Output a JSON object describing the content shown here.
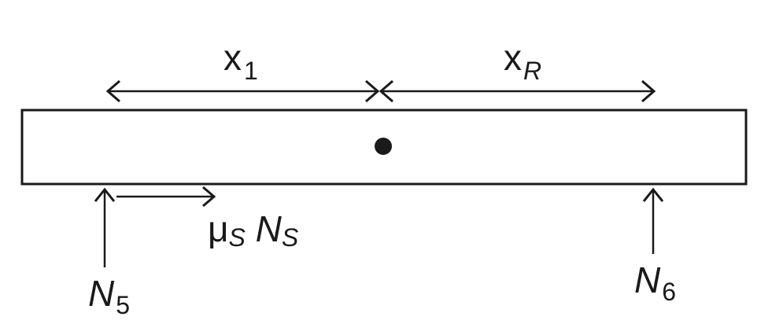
{
  "diagram": {
    "type": "free-body diagram of a beam",
    "colors": {
      "stroke": "#1a1a1a",
      "background": "#ffffff"
    },
    "beam": {
      "shape": "rectangle",
      "center_of_mass": "dot"
    },
    "dimensions": {
      "left": {
        "symbol": "x",
        "subscript": "1"
      },
      "right": {
        "symbol": "x",
        "subscript": "R"
      }
    },
    "forces": {
      "normal_left": {
        "symbol": "N",
        "subscript": "5",
        "direction": "up"
      },
      "friction": {
        "coefficient": "μ",
        "coefficient_sub": "S",
        "symbol": "N",
        "subscript": "S",
        "direction": "right"
      },
      "normal_right": {
        "symbol": "N",
        "subscript": "6",
        "direction": "up"
      }
    }
  }
}
